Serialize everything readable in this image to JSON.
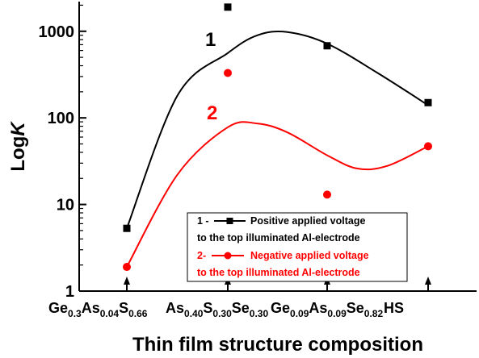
{
  "chart_data": {
    "type": "scatter",
    "xlabel": "Thin film structure composition",
    "ylabel_main": "Log",
    "ylabel_italic": "K",
    "yscale": "log",
    "ylim": [
      1,
      2200
    ],
    "y_ticks": [
      1,
      10,
      100,
      1000
    ],
    "y_tick_labels": [
      "1",
      "10",
      "100",
      "1000"
    ],
    "categories": [
      {
        "parts": [
          {
            "t": "Ge"
          },
          {
            "t": "0.3",
            "sub": true
          },
          {
            "t": "As"
          },
          {
            "t": "0.04",
            "sub": true
          },
          {
            "t": "S"
          },
          {
            "t": "0.66",
            "sub": true
          }
        ]
      },
      {
        "parts": [
          {
            "t": "As"
          },
          {
            "t": "0.40",
            "sub": true
          },
          {
            "t": "S"
          },
          {
            "t": "0.30",
            "sub": true
          },
          {
            "t": "Se"
          },
          {
            "t": "0.30",
            "sub": true
          }
        ]
      },
      {
        "parts": [
          {
            "t": "Ge"
          },
          {
            "t": "0.09",
            "sub": true
          },
          {
            "t": "As"
          },
          {
            "t": "0.09",
            "sub": true
          },
          {
            "t": "Se"
          },
          {
            "t": "0.82",
            "sub": true
          }
        ]
      },
      {
        "parts": [
          {
            "t": "HS"
          }
        ]
      }
    ],
    "series": [
      {
        "label": "1",
        "legend_prefix": "1 -",
        "legend_line1": "Positive applied voltage",
        "legend_line2": "to the top illuminated Al-electrode",
        "marker": "square",
        "color": "#000000",
        "values": [
          5.3,
          1900,
          680,
          150
        ],
        "curve": [
          [
            0,
            5.3
          ],
          [
            0.5,
            180
          ],
          [
            1.0,
            560
          ],
          [
            1.3,
            900
          ],
          [
            1.6,
            980
          ],
          [
            2.0,
            720
          ],
          [
            2.5,
            330
          ],
          [
            3.0,
            140
          ]
        ]
      },
      {
        "label": "2",
        "legend_prefix": "2-",
        "legend_line1": "Negative applied voltage",
        "legend_line2": "to the top illuminated Al-electrode",
        "marker": "circle",
        "color": "#ff0000",
        "values": [
          1.9,
          330,
          13,
          47
        ],
        "curve": [
          [
            0,
            1.9
          ],
          [
            0.5,
            22
          ],
          [
            1.0,
            78
          ],
          [
            1.3,
            86
          ],
          [
            1.6,
            68
          ],
          [
            2.0,
            37
          ],
          [
            2.3,
            26
          ],
          [
            2.6,
            28
          ],
          [
            3.0,
            47
          ]
        ]
      }
    ]
  }
}
